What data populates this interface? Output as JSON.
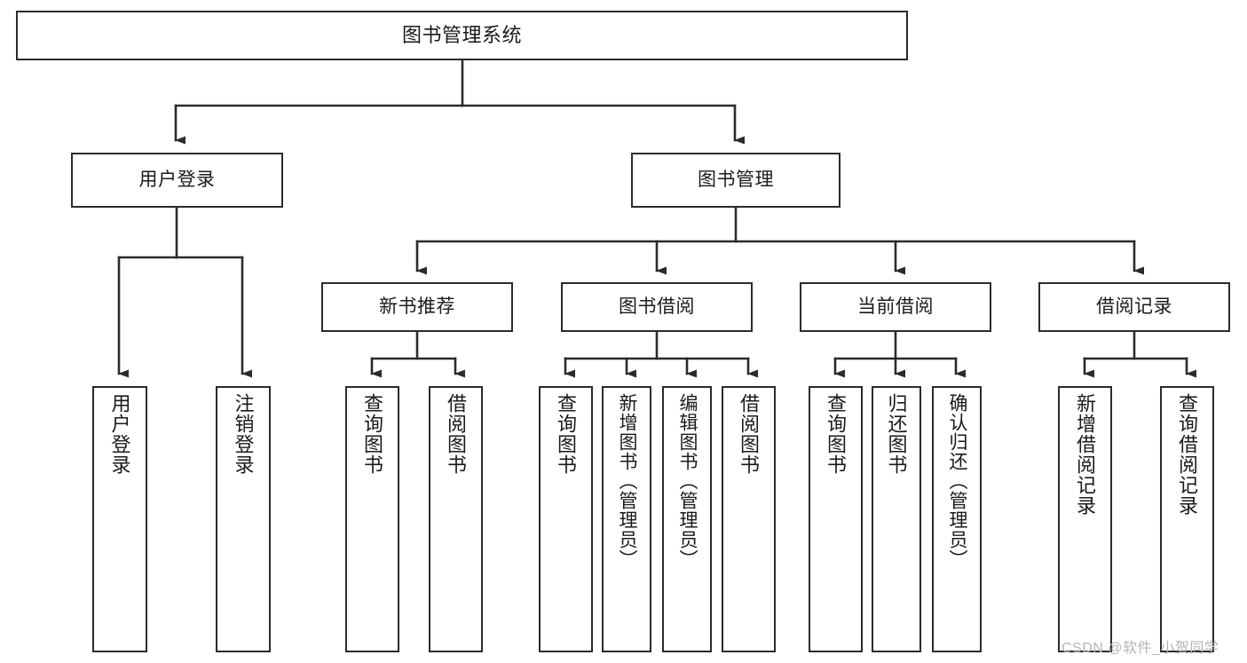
{
  "diagram": {
    "title": "图书管理系统",
    "type": "functional-structure-tree",
    "watermark": "CSDN @软件_小贺同学",
    "colors": {
      "stroke": "#2b2b2b",
      "fill": "#ffffff",
      "text": "#1a1a1a",
      "watermark": "#b4b4b4"
    },
    "levels": {
      "root": "图书管理系统",
      "level2": [
        "用户登录",
        "图书管理"
      ],
      "level3": [
        "新书推荐",
        "图书借阅",
        "当前借阅",
        "借阅记录"
      ]
    }
  },
  "nodes": {
    "root": {
      "label": "图书管理系统"
    },
    "user_login": {
      "label": "用户登录"
    },
    "book_manage": {
      "label": "图书管理"
    },
    "new_book_rec": {
      "label": "新书推荐"
    },
    "book_borrow": {
      "label": "图书借阅"
    },
    "current_borrow": {
      "label": "当前借阅"
    },
    "borrow_record": {
      "label": "借阅记录"
    },
    "leaf_user_login": {
      "label": "用户登录"
    },
    "leaf_logout": {
      "label": "注销登录"
    },
    "leaf_query_book_1": {
      "label": "查询图书"
    },
    "leaf_borrow_book_1": {
      "label": "借阅图书"
    },
    "leaf_query_book_2": {
      "label": "查询图书"
    },
    "leaf_add_book": {
      "label": "新增图书（管理员）"
    },
    "leaf_edit_book": {
      "label": "编辑图书（管理员）"
    },
    "leaf_borrow_book_2": {
      "label": "借阅图书"
    },
    "leaf_query_book_3": {
      "label": "查询图书"
    },
    "leaf_return_book": {
      "label": "归还图书"
    },
    "leaf_confirm_return": {
      "label": "确认归还（管理员）"
    },
    "leaf_add_record": {
      "label": "新增借阅记录"
    },
    "leaf_query_record": {
      "label": "查询借阅记录"
    }
  },
  "tree": {
    "label": "图书管理系统",
    "children": [
      {
        "label": "用户登录",
        "children": [
          {
            "label": "用户登录"
          },
          {
            "label": "注销登录"
          }
        ]
      },
      {
        "label": "图书管理",
        "children": [
          {
            "label": "新书推荐",
            "children": [
              {
                "label": "查询图书"
              },
              {
                "label": "借阅图书"
              }
            ]
          },
          {
            "label": "图书借阅",
            "children": [
              {
                "label": "查询图书"
              },
              {
                "label": "新增图书（管理员）"
              },
              {
                "label": "编辑图书（管理员）"
              },
              {
                "label": "借阅图书"
              }
            ]
          },
          {
            "label": "当前借阅",
            "children": [
              {
                "label": "查询图书"
              },
              {
                "label": "归还图书"
              },
              {
                "label": "确认归还（管理员）"
              }
            ]
          },
          {
            "label": "借阅记录",
            "children": [
              {
                "label": "新增借阅记录"
              },
              {
                "label": "查询借阅记录"
              }
            ]
          }
        ]
      }
    ]
  }
}
